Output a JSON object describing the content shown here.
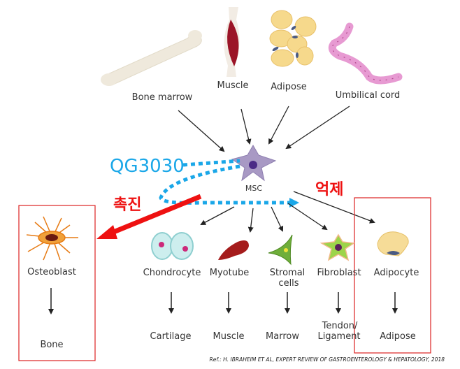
{
  "sources": [
    {
      "id": "bone-marrow",
      "label": "Bone marrow"
    },
    {
      "id": "muscle",
      "label": "Muscle"
    },
    {
      "id": "adipose",
      "label": "Adipose"
    },
    {
      "id": "umbilical-cord",
      "label": "Umbilical cord"
    }
  ],
  "center": {
    "label": "MSC"
  },
  "drug": {
    "label": "QG3030",
    "color": "#1aa7e8"
  },
  "annotations": {
    "promote": {
      "label": "촉진",
      "color": "#ee1111"
    },
    "suppress": {
      "label": "억제",
      "color": "#ee1111"
    }
  },
  "lineages": [
    {
      "id": "osteoblast",
      "cell": "Osteoblast",
      "tissue": "Bone",
      "highlighted": true
    },
    {
      "id": "chondrocyte",
      "cell": "Chondrocyte",
      "tissue": "Cartilage",
      "highlighted": false
    },
    {
      "id": "myotube",
      "cell": "Myotube",
      "tissue": "Muscle",
      "highlighted": false
    },
    {
      "id": "stromal",
      "cell": "Stromal",
      "cell_line2": "cells",
      "tissue": "Marrow",
      "highlighted": false
    },
    {
      "id": "fibroblast",
      "cell": "Fibroblast",
      "tissue": "Tendon/",
      "tissue_line2": "Ligament",
      "highlighted": false
    },
    {
      "id": "adipocyte",
      "cell": "Adipocyte",
      "tissue": "Adipose",
      "highlighted": true
    }
  ],
  "highlight_color": "#dd2222",
  "reference": "Ref.: H. IBRAHEIM ET AL, EXPERT REVIEW OF GASTROENTEROLOGY & HEPATOLOGY, 2018"
}
